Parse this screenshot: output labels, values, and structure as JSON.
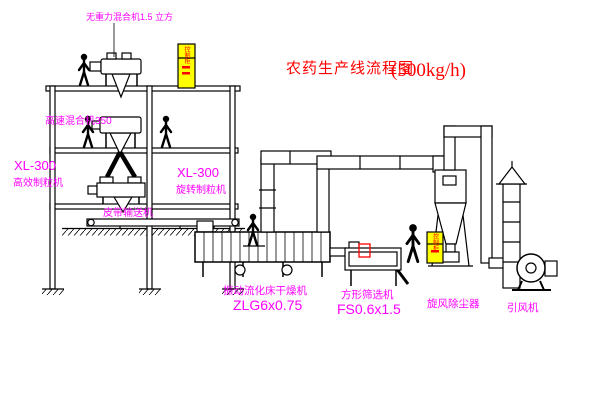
{
  "title": {
    "text": "农药生产线流程图",
    "capacity": "(500kg/h)"
  },
  "labels": {
    "gravity_mixer": "无重力混合机1.5 立方",
    "high_speed_mixer": "高速混合机350",
    "granulator_left": {
      "model": "XL-300",
      "name": "高效制粒机"
    },
    "granulator_mid": {
      "model": "XL-300",
      "name": "旋转制粒机"
    },
    "belt_conveyor": "皮带输送机",
    "dryer": {
      "name": "振动流化床干燥机",
      "model": "ZLG6x0.75"
    },
    "sieve": {
      "name": "方形筛选机",
      "model": "FS0.6x1.5"
    },
    "cyclone": "旋风除尘器",
    "fan": "引风机",
    "cabinet_top": "控制柜",
    "cabinet_right": "控制柜"
  },
  "colors": {
    "label": "#ff00ff",
    "title": "#ff0000",
    "cabinet_fill": "#ffff00",
    "cabinet_text": "#ff0000",
    "line": "#000000",
    "background": "#ffffff"
  }
}
